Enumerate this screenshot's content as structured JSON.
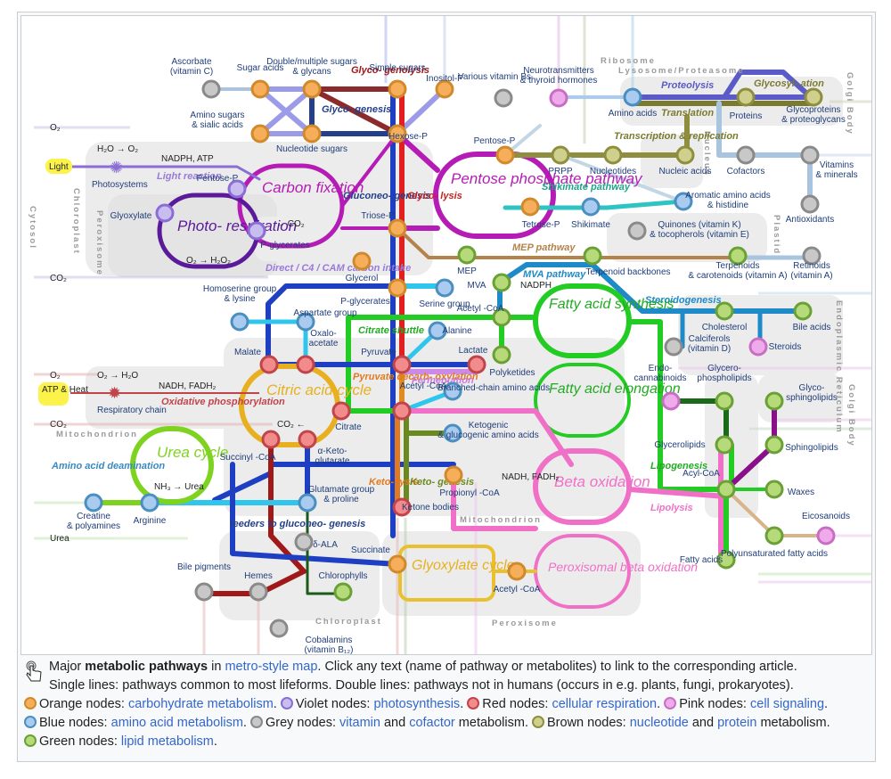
{
  "compartments": {
    "cytosol": "Cytosol",
    "chloroplast_top": "Chloroplast",
    "peroxisome_left": "Peroxisome",
    "mitochondrion_left": "Mitochondrion",
    "ribosome": "Ribosome",
    "lysosome": "Lysosome/Proteasome",
    "golgi_top": "Golgi Body",
    "nucleus": "Nucleus",
    "plastid": "Plastid",
    "er": "Endoplasmic Reticulum",
    "golgi_mid": "Golgi Body",
    "mitochondrion_mid": "Mitochondrion",
    "chloroplast_bottom": "Chloroplast",
    "peroxisome_bottom": "Peroxisome"
  },
  "pathways": {
    "glycogenolysis": "Glyco- genolysis",
    "glycogenesis": "Glyco- genesis",
    "carbon_fixation": "Carbon fixation",
    "photorespiration": "Photo- respiration",
    "light_reaction": "Light reaction",
    "direct_c4_cam": "Direct / C4 / CAM carbon intake",
    "gluconeogenesis": "Gluconeo- genesis",
    "glycolysis": "Glyco- lysis",
    "pentose_phosphate": "Pentose phosphate pathway",
    "shikimate": "Shikimate pathway",
    "mep": "MEP pathway",
    "mva": "MVA pathway",
    "proteolysis": "Proteolysis",
    "translation": "Translation",
    "glycosylation": "Glycosyl- ation",
    "transcription": "Transcription & replication",
    "steroidogenesis": "Steroidogenesis",
    "fatty_acid_synthesis": "Fatty acid synthesis",
    "fatty_acid_elongation": "Fatty acid elongation",
    "citrate_shuttle": "Citrate shuttle",
    "pyruvate_decarb": "Pyruvate decarb- oxylation",
    "fermentation": "Fermentation",
    "citric_acid_cycle": "Citric acid cycle",
    "oxidative_phos": "Oxidative phosphorylation",
    "urea_cycle": "Urea cycle",
    "amino_acid_deamination": "Amino acid deamination",
    "feeders": "feeders to gluconeo- genesis",
    "ketolysis": "Keto- lysis",
    "ketogenesis": "Keto- genesis",
    "beta_oxidation": "Beta oxidation",
    "peroxisomal_beta": "Peroxisomal beta oxidation",
    "glyoxylate_cycle": "Glyoxylate cycle",
    "lipogenesis": "Lipogenesis",
    "lipolysis": "Lipolysis"
  },
  "io_labels": {
    "o2_top": "O₂",
    "h2o_o2": "H₂O → O₂",
    "nadph_atp": "NADPH, ATP",
    "light": "Light",
    "photosystems": "Photosystems",
    "co2_fix": "← CO₂",
    "o2_h2o2": "O₂ → H₂O₂",
    "co2_in": "CO₂",
    "o2_mito": "O₂",
    "o2_h2o": "O₂ → H₂O",
    "nadh_fadh2": "NADH, FADH₂",
    "atp_heat": "ATP & Heat",
    "respiratory_chain": "Respiratory chain",
    "co2_out": "CO₂",
    "co2_cac": "CO₂ ←",
    "nh3_urea": "NH₃ → Urea",
    "urea_out": "Urea",
    "nadph_fa": "NADPH",
    "nadh_fadh2_beta": "NADH, FADH₂"
  },
  "node_colors": {
    "orange": {
      "fill": "#f6ae5b",
      "stroke": "#d08a2c"
    },
    "violet": {
      "fill": "#c9bdf0",
      "stroke": "#8a6ed6"
    },
    "red": {
      "fill": "#f28b8b",
      "stroke": "#c0444a"
    },
    "pink": {
      "fill": "#eeaaea",
      "stroke": "#c86fc4"
    },
    "blue": {
      "fill": "#a9cbef",
      "stroke": "#4a8fc0"
    },
    "grey": {
      "fill": "#c8c8c8",
      "stroke": "#8a8a8a"
    },
    "brown": {
      "fill": "#cfcf8e",
      "stroke": "#8e8e3e"
    },
    "green": {
      "fill": "#b6d97a",
      "stroke": "#6aa135"
    }
  },
  "nodes": [
    {
      "id": "ascorbate",
      "label": "Ascorbate (vitamin C)",
      "color": "grey"
    },
    {
      "id": "sugar_acids",
      "label": "Sugar acids",
      "color": "orange"
    },
    {
      "id": "double_sugars",
      "label": "Double/multiple sugars & glycans",
      "color": "orange"
    },
    {
      "id": "simple_sugars",
      "label": "Simple sugars",
      "color": "orange"
    },
    {
      "id": "inositol_p",
      "label": "Inositol-P",
      "color": "orange"
    },
    {
      "id": "amino_sugars",
      "label": "Amino sugars & sialic acids",
      "color": "orange"
    },
    {
      "id": "nucleotide_sugars",
      "label": "Nucleotide sugars",
      "color": "orange"
    },
    {
      "id": "hexose_p",
      "label": "Hexose-P",
      "color": "orange"
    },
    {
      "id": "various_vit_b",
      "label": "Various vitamin Bs",
      "color": "grey"
    },
    {
      "id": "neurotransmitters",
      "label": "Neurotransmitters & thyroid hormones",
      "color": "pink"
    },
    {
      "id": "amino_acids",
      "label": "Amino acids",
      "color": "blue"
    },
    {
      "id": "proteins",
      "label": "Proteins",
      "color": "brown"
    },
    {
      "id": "glycoproteins",
      "label": "Glycoproteins & proteoglycans",
      "color": "brown"
    },
    {
      "id": "pentose_p_ppp",
      "label": "Pentose-P",
      "color": "orange"
    },
    {
      "id": "prpp",
      "label": "PRPP",
      "color": "brown"
    },
    {
      "id": "nucleotides",
      "label": "Nucleotides",
      "color": "brown"
    },
    {
      "id": "nucleic_acids",
      "label": "Nucleic acids",
      "color": "brown"
    },
    {
      "id": "cofactors",
      "label": "Cofactors",
      "color": "grey"
    },
    {
      "id": "vitamins_minerals",
      "label": "Vitamins & minerals",
      "color": "grey"
    },
    {
      "id": "antioxidants",
      "label": "Antioxidants",
      "color": "grey"
    },
    {
      "id": "pentose_p_cf",
      "label": "Pentose-P",
      "color": "violet"
    },
    {
      "id": "glyoxylate",
      "label": "Glyoxylate",
      "color": "violet"
    },
    {
      "id": "p_glycerates_cf",
      "label": "P-glycerates",
      "color": "violet"
    },
    {
      "id": "triose_p",
      "label": "Triose-P",
      "color": "orange"
    },
    {
      "id": "tetrose_p",
      "label": "Tetrose-P",
      "color": "orange"
    },
    {
      "id": "shikimate",
      "label": "Shikimate",
      "color": "blue"
    },
    {
      "id": "aromatic_aa",
      "label": "Aromatic amino acids & histidine",
      "color": "blue"
    },
    {
      "id": "quinones",
      "label": "Quinones (vitamin K) & tocopherols (vitamin E)",
      "color": "grey"
    },
    {
      "id": "glycerol",
      "label": "Glycerol",
      "color": "orange"
    },
    {
      "id": "mep",
      "label": "MEP",
      "color": "green"
    },
    {
      "id": "terpenoid_backbones",
      "label": "Terpenoid backbones",
      "color": "green"
    },
    {
      "id": "terpenoids",
      "label": "Terpenoids & carotenoids (vitamin A)",
      "color": "green"
    },
    {
      "id": "retinoids",
      "label": "Retinoids (vitamin A)",
      "color": "grey"
    },
    {
      "id": "mva",
      "label": "MVA",
      "color": "green"
    },
    {
      "id": "p_glycerates",
      "label": "P-glycerates",
      "color": "orange"
    },
    {
      "id": "serine",
      "label": "Serine group",
      "color": "blue"
    },
    {
      "id": "acetyl_coa_top",
      "label": "Acetyl -CoA",
      "color": "green"
    },
    {
      "id": "homoserine",
      "label": "Homoserine group & lysine",
      "color": "blue"
    },
    {
      "id": "aspartate",
      "label": "Aspartate group",
      "color": "blue"
    },
    {
      "id": "alanine",
      "label": "Alanine",
      "color": "blue"
    },
    {
      "id": "polyketides",
      "label": "Polyketides",
      "color": "green"
    },
    {
      "id": "cholesterol",
      "label": "Cholesterol",
      "color": "green"
    },
    {
      "id": "bile_acids",
      "label": "Bile acids",
      "color": "green"
    },
    {
      "id": "calciferols",
      "label": "Calciferols (vitamin D)",
      "color": "grey"
    },
    {
      "id": "steroids",
      "label": "Steroids",
      "color": "pink"
    },
    {
      "id": "malate",
      "label": "Malate",
      "color": "red"
    },
    {
      "id": "oxaloacetate",
      "label": "Oxalo- acetate",
      "color": "red"
    },
    {
      "id": "pyruvate",
      "label": "Pyruvate",
      "color": "red"
    },
    {
      "id": "lactate",
      "label": "Lactate",
      "color": "red"
    },
    {
      "id": "citrate",
      "label": "Citrate",
      "color": "red"
    },
    {
      "id": "acetyl_coa_mid",
      "label": "Acetyl -CoA",
      "color": "red"
    },
    {
      "id": "branched_chain",
      "label": "Branched-chain amino acids",
      "color": "blue"
    },
    {
      "id": "endocannabinoids",
      "label": "Endo- cannabinoids",
      "color": "pink"
    },
    {
      "id": "glycerophospholipids",
      "label": "Glycero- phospholipids",
      "color": "green"
    },
    {
      "id": "glycosphingolipids",
      "label": "Glyco- sphingolipids",
      "color": "green"
    },
    {
      "id": "succinyl_coa",
      "label": "Succinyl -CoA",
      "color": "red"
    },
    {
      "id": "a_ketoglutarate",
      "label": "α-Keto- glutarate",
      "color": "red"
    },
    {
      "id": "ketogenic",
      "label": "Ketogenic & glucogenic amino acids",
      "color": "blue"
    },
    {
      "id": "glycerolipids",
      "label": "Glycerolipids",
      "color": "green"
    },
    {
      "id": "sphingolipids",
      "label": "Sphingolipids",
      "color": "green"
    },
    {
      "id": "acyl_coa",
      "label": "Acyl-CoA",
      "color": "green"
    },
    {
      "id": "waxes",
      "label": "Waxes",
      "color": "green"
    },
    {
      "id": "propionyl_coa",
      "label": "Propionyl -CoA",
      "color": "orange"
    },
    {
      "id": "ketone_bodies",
      "label": "Ketone bodies",
      "color": "red"
    },
    {
      "id": "creatine",
      "label": "Creatine & polyamines",
      "color": "blue"
    },
    {
      "id": "arginine",
      "label": "Arginine",
      "color": "blue"
    },
    {
      "id": "glutamate",
      "label": "Glutamate group & proline",
      "color": "blue"
    },
    {
      "id": "d_ala",
      "label": "δ-ALA",
      "color": "grey"
    },
    {
      "id": "succinate",
      "label": "Succinate",
      "color": "orange"
    },
    {
      "id": "eicosanoids",
      "label": "Eicosanoids",
      "color": "pink"
    },
    {
      "id": "pufa",
      "label": "Polyunsaturated fatty acids",
      "color": "green"
    },
    {
      "id": "fatty_acids",
      "label": "Fatty acids",
      "color": "green"
    },
    {
      "id": "bile_pigments",
      "label": "Bile pigments",
      "color": "grey"
    },
    {
      "id": "hemes",
      "label": "Hemes",
      "color": "grey"
    },
    {
      "id": "chlorophylls",
      "label": "Chlorophylls",
      "color": "green"
    },
    {
      "id": "acetyl_coa_glx",
      "label": "Acetyl -CoA",
      "color": "orange"
    },
    {
      "id": "cobalamins",
      "label": "Cobalamins (vitamin B₁₂)",
      "color": "grey"
    }
  ],
  "caption": {
    "line1_pre": "Major ",
    "line1_bold": "metabolic pathways",
    "line1_mid": " in ",
    "line1_link": "metro-style map",
    "line1_post": ". Click any text (name of pathway or metabolites) to link to the corresponding article.",
    "line2": "Single lines: pathways common to most lifeforms. Double lines: pathways not in humans (occurs in e.g. plants, fungi, prokaryotes).",
    "legend": [
      {
        "color": "orange",
        "prefix": "Orange nodes: ",
        "link": "carbohydrate metabolism",
        "suffix": "."
      },
      {
        "color": "violet",
        "prefix": "Violet nodes: ",
        "link": "photosynthesis",
        "suffix": "."
      },
      {
        "color": "red",
        "prefix": "Red nodes: ",
        "link": "cellular respiration",
        "suffix": "."
      },
      {
        "color": "pink",
        "prefix": "Pink nodes: ",
        "link": "cell signaling",
        "suffix": "."
      },
      {
        "color": "blue",
        "prefix": "Blue nodes: ",
        "link": "amino acid metabolism",
        "suffix": "."
      },
      {
        "color": "grey",
        "prefix": "Grey nodes: ",
        "link": "vitamin",
        "mid": " and ",
        "link2": "cofactor",
        "suffix": " metabolism."
      },
      {
        "color": "brown",
        "prefix": "Brown nodes: ",
        "link": "nucleotide",
        "mid": " and ",
        "link2": "protein",
        "suffix": " metabolism."
      },
      {
        "color": "green",
        "prefix": "Green nodes: ",
        "link": "lipid metabolism",
        "suffix": "."
      }
    ]
  }
}
